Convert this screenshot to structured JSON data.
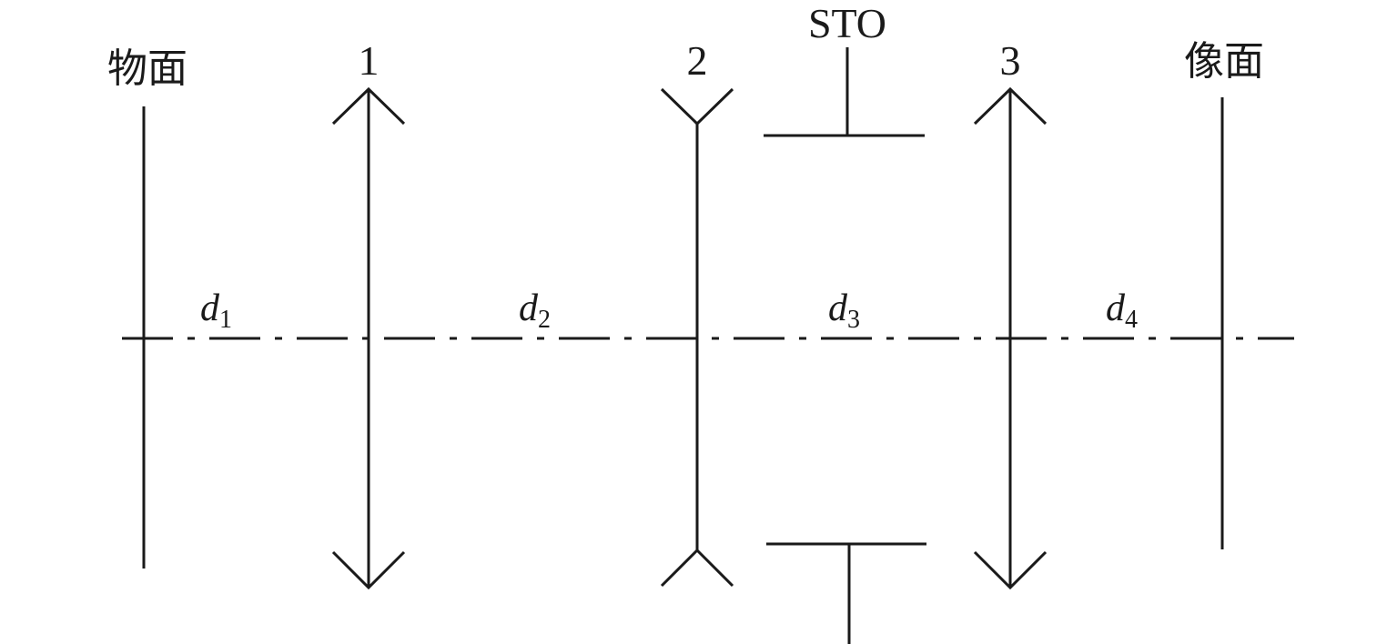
{
  "labels": {
    "object_plane": "物面",
    "image_plane": "像面",
    "stop": "STO",
    "lens_1": "1",
    "lens_2": "2",
    "lens_3": "3"
  },
  "distances": [
    {
      "symbol": "d",
      "subscript": "1"
    },
    {
      "symbol": "d",
      "subscript": "2"
    },
    {
      "symbol": "d",
      "subscript": "3"
    },
    {
      "symbol": "d",
      "subscript": "4"
    }
  ],
  "elements": [
    {
      "id": "object-plane",
      "type": "plane"
    },
    {
      "id": "lens-1",
      "type": "converging-lens"
    },
    {
      "id": "lens-2",
      "type": "diverging-lens"
    },
    {
      "id": "aperture-stop",
      "type": "stop"
    },
    {
      "id": "lens-3",
      "type": "converging-lens"
    },
    {
      "id": "image-plane",
      "type": "plane"
    }
  ]
}
